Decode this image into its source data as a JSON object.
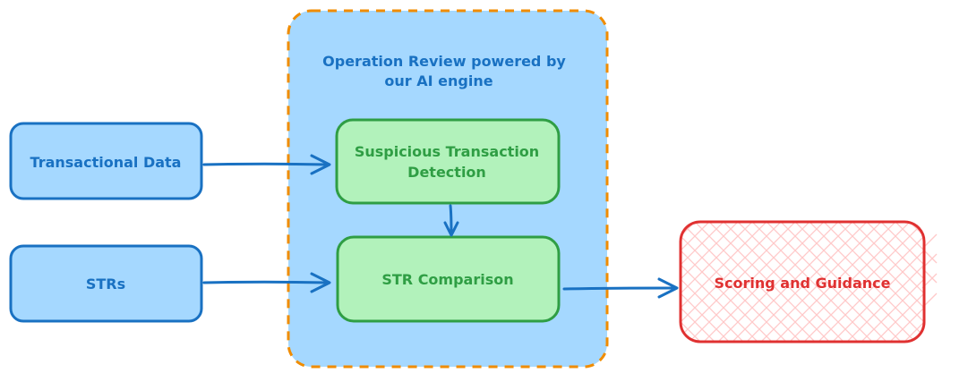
{
  "group": {
    "title_line1": "Operation Review powered by",
    "title_line2": "our AI engine"
  },
  "inputs": [
    {
      "label": "Transactional Data"
    },
    {
      "label": "STRs"
    }
  ],
  "steps": [
    {
      "label_line1": "Suspicious Transaction",
      "label_line2": "Detection"
    },
    {
      "label": "STR Comparison"
    }
  ],
  "output": {
    "label": "Scoring and Guidance"
  },
  "colors": {
    "input_fill": "#a5d8ff",
    "input_stroke": "#1971c2",
    "group_fill": "#a5d8ff",
    "group_stroke": "#f08c00",
    "step_fill": "#b2f2bb",
    "step_stroke": "#2f9e44",
    "output_stroke": "#e03131",
    "output_hatch": "#ffc9c9",
    "arrow": "#1971c2"
  }
}
